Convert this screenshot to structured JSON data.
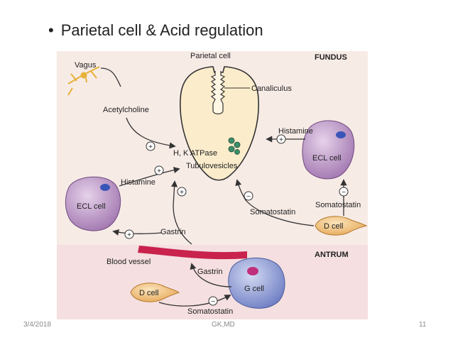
{
  "slide": {
    "title": "Parietal cell & Acid regulation",
    "footer_date": "3/4/2018",
    "footer_author": "GK,MD",
    "footer_page": "11"
  },
  "diagram": {
    "region_fundus": "FUNDUS",
    "region_antrum": "ANTRUM",
    "parietal_cell_label": "Parietal cell",
    "canaliculus": "Canaliculus",
    "hk_atpase": "H, K ATPase",
    "tubulovesicles": "Tubulovesicles",
    "vagus": "Vagus",
    "acetylcholine": "Acetylcholine",
    "histamine_left": "Histamine",
    "histamine_right": "Histamine",
    "ecl_cell_left": "ECL cell",
    "ecl_cell_right": "ECL cell",
    "somatostatin_upper": "Somatostatin",
    "somatostatin_right": "Somatostatin",
    "somatostatin_bottom": "Somatostatin",
    "d_cell_right": "D cell",
    "d_cell_bottom": "D cell",
    "gastrin_upper": "Gastrin",
    "gastrin_lower": "Gastrin",
    "blood_vessel": "Blood vessel",
    "g_cell": "G cell",
    "stimulate": "+",
    "inhibit": "−",
    "colors": {
      "fundus_bg": "#f7ebe6",
      "antrum_bg": "#f5dfe0",
      "parietal_fill": "#fbeccb",
      "ecl_fill": "#c7a3d0",
      "d_cell_fill": "#f4c98a",
      "g_cell_fill": "#9aa7d8",
      "vessel": "#c8224d"
    }
  }
}
